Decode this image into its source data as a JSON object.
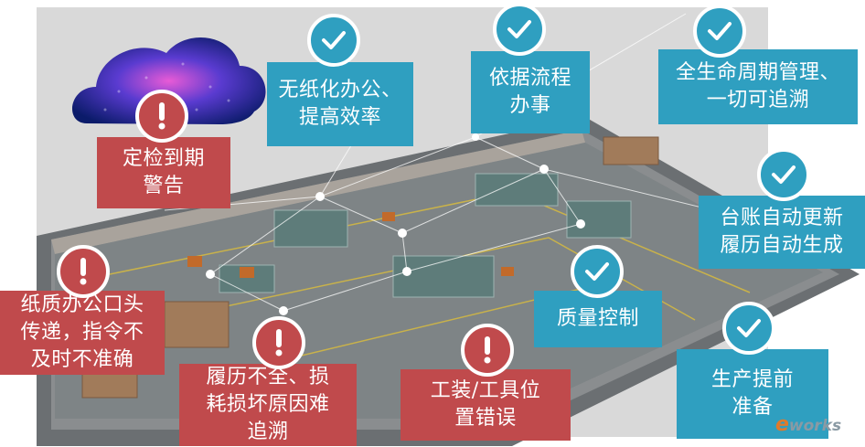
{
  "problems": [
    {
      "id": "inspection",
      "text": "定检到期\n警告"
    },
    {
      "id": "paper",
      "text": "纸质办公口头\n传递，指令不\n及时不准确"
    },
    {
      "id": "history",
      "text": "履历不全、损\n耗损坏原因难\n追溯"
    },
    {
      "id": "tooling",
      "text": "工装/工具位\n置错误"
    }
  ],
  "solutions": [
    {
      "id": "paperless",
      "text": "无纸化办公、\n提高效率"
    },
    {
      "id": "process",
      "text": "依据流程\n办事"
    },
    {
      "id": "lifecycle",
      "text": "全生命周期管理、\n一切可追溯"
    },
    {
      "id": "ledger",
      "text": "台账自动更新\n履历自动生成"
    },
    {
      "id": "quality",
      "text": "质量控制"
    },
    {
      "id": "production",
      "text": "生产提前\n准备"
    }
  ],
  "colors": {
    "solution": "#2f9fc0",
    "problem": "#c04a4c",
    "backdrop": "#d9d9d9"
  },
  "icons": {
    "solution": "checkmark-icon",
    "problem": "exclamation-icon",
    "cloud": "cloud-icon"
  },
  "watermark": {
    "e": "e",
    "rest": "works"
  }
}
